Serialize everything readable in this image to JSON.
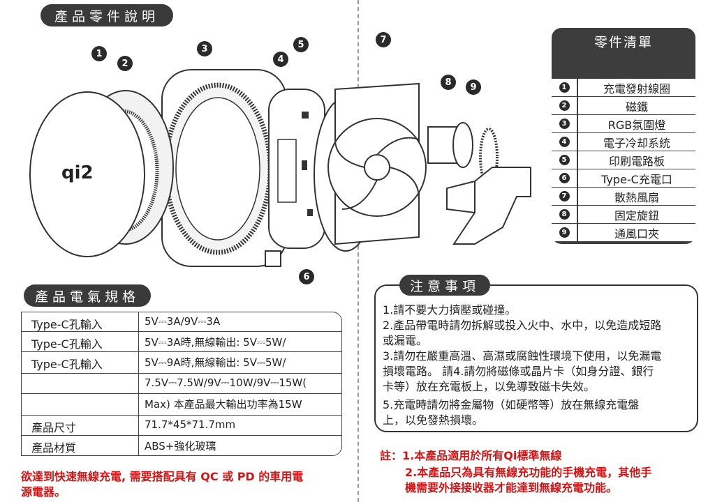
{
  "header": {
    "title": "產品零件說明"
  },
  "callouts": [
    "1",
    "2",
    "3",
    "4",
    "5",
    "6",
    "7",
    "8",
    "9"
  ],
  "parts_list": {
    "title": "零件清單",
    "items": [
      {
        "num": "1",
        "name": "充電發射線圈"
      },
      {
        "num": "2",
        "name": "磁鐵"
      },
      {
        "num": "3",
        "name": "RGB氛圍燈"
      },
      {
        "num": "4",
        "name": "電子冷却系統"
      },
      {
        "num": "5",
        "name": "印刷電路板"
      },
      {
        "num": "6",
        "name": "Type-C充電口"
      },
      {
        "num": "7",
        "name": "散熱風扇"
      },
      {
        "num": "8",
        "name": "固定旋鈕"
      },
      {
        "num": "9",
        "name": "通風口夾"
      }
    ]
  },
  "product_logo": "qi2",
  "specs": {
    "title": "產品電氣規格",
    "rows": [
      {
        "label": "Type-C孔輸入",
        "value": "5V⎓3A/9V⎓3A"
      },
      {
        "label": "Type-C孔輸入",
        "value": "5V⎓3A時,無線輸出: 5V⎓5W/"
      },
      {
        "label": "Type-C孔輸入",
        "value": "5V⎓9A時,無線輸出: 5V⎓5W/"
      },
      {
        "label": "",
        "value": "7.5V⎓7.5W/9V⎓10W/9V⎓15W("
      },
      {
        "label": "",
        "value": "Max) 本產品最大輸出功率為15W"
      },
      {
        "label": "產品尺寸",
        "value": "71.7*45*71.7mm"
      },
      {
        "label": "產品材質",
        "value": "ABS+強化玻璃"
      }
    ],
    "footnote_1": "欲達到快速無線充電, 需要搭配具有 QC 或 PD 的車用電",
    "footnote_2": "源電器。"
  },
  "notice": {
    "title": "注意事項",
    "lines": [
      "1.請不要大力擠壓或碰撞。",
      "2.產品帶電時請勿拆解或投入火中、水中，以免造成短路",
      "或漏電。",
      "3.請勿在嚴重高溫、高濕或腐蝕性環境下使用，以免漏電",
      "損壞電路。 請4.請勿將磁條或晶片卡（如身分證、銀行",
      "卡等）放在充電板上，以免導致磁卡失效。",
      "5.充電時請勿將金屬物（如硬幣等）放在無線充電盤",
      "上，以免發熱損壞。"
    ]
  },
  "note": {
    "label": "註：",
    "line1_prefix": "1.本產品適用於所有",
    "line1_brand": "Qi",
    "line1_suffix": "標準無線",
    "line2": "2.本產品只為具有無線充功能的手機充電，其他手",
    "line3": "機需要外接接收器才能達到無線充電功能。"
  },
  "colors": {
    "dark": "#3a3a3a",
    "red": "#d31414"
  }
}
